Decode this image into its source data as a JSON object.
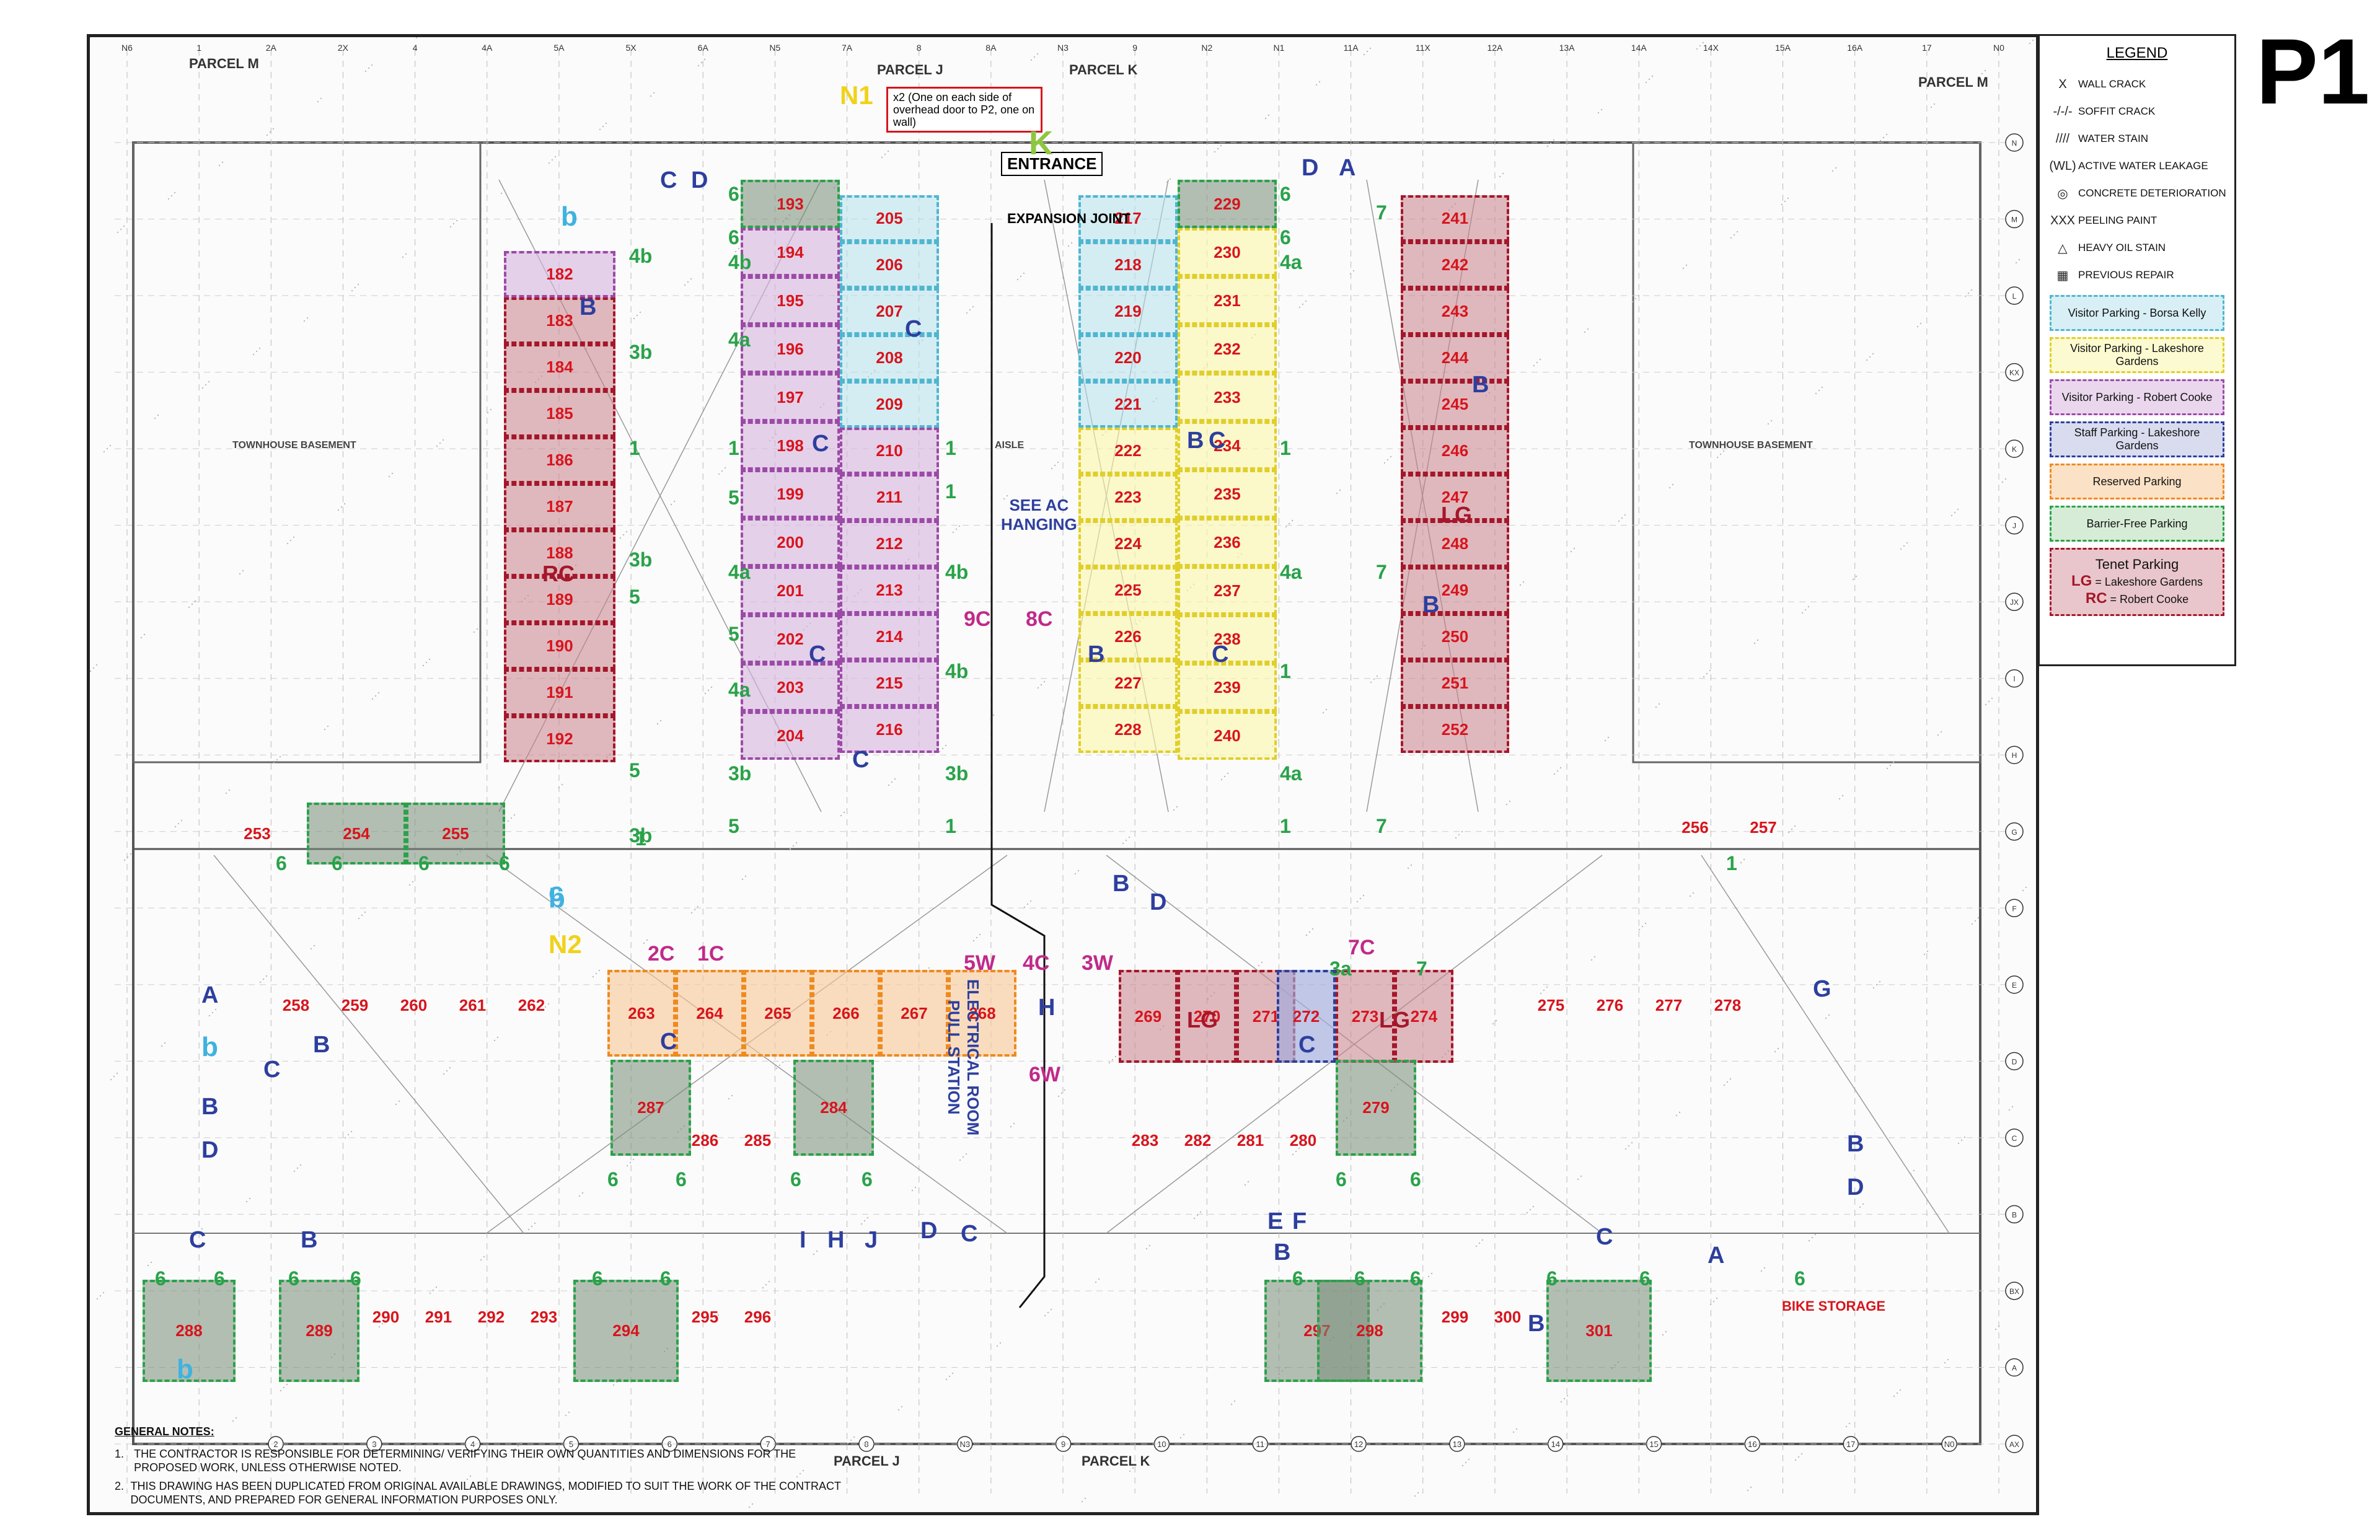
{
  "sheet": {
    "title": "P1"
  },
  "legend": {
    "title": "LEGEND",
    "symbols": [
      {
        "sym": "X",
        "label": "WALL CRACK",
        "icon": "wall-crack-icon"
      },
      {
        "sym": "-/-/-",
        "label": "SOFFIT CRACK",
        "icon": "soffit-crack-icon"
      },
      {
        "sym": "////",
        "label": "WATER STAIN",
        "icon": "water-stain-icon"
      },
      {
        "sym": "(WL)",
        "label": "ACTIVE WATER LEAKAGE",
        "icon": "water-leak-icon"
      },
      {
        "sym": "◎",
        "label": "CONCRETE DETERIORATION",
        "icon": "concrete-deterioration-icon"
      },
      {
        "sym": "XXX",
        "label": "PEELING PAINT",
        "icon": "peeling-paint-icon"
      },
      {
        "sym": "△",
        "label": "HEAVY OIL STAIN",
        "icon": "oil-stain-icon"
      },
      {
        "sym": "▦",
        "label": "PREVIOUS REPAIR",
        "icon": "previous-repair-icon"
      }
    ],
    "zones": [
      {
        "label": "Visitor Parking - Borsa Kelly",
        "fill": "#d8eff5",
        "border": "#4fb6d0"
      },
      {
        "label": "Visitor Parking - Lakeshore Gardens",
        "fill": "#fbfad0",
        "border": "#e0cf2a"
      },
      {
        "label": "Visitor Parking - Robert Cooke",
        "fill": "#ead7ee",
        "border": "#9c4aa8"
      },
      {
        "label": "Staff Parking - Lakeshore Gardens",
        "fill": "#d9dcef",
        "border": "#2d3f9e"
      },
      {
        "label": "Reserved Parking",
        "fill": "#fbe1c5",
        "border": "#ef8a1f"
      },
      {
        "label": "Barrier-Free Parking",
        "fill": "#d7ecd7",
        "border": "#2aa24a"
      }
    ],
    "tenant": {
      "title": "Tenet Parking",
      "lg_code": "LG",
      "lg_label": "= Lakeshore Gardens",
      "rc_code": "RC",
      "rc_label": "= Robert Cooke",
      "fill": "#e9c6cb",
      "border": "#a5172a"
    }
  },
  "callout": {
    "text": "x2 (One on each side of overhead door to P2, one on wall)"
  },
  "labels": {
    "entrance": "ENTRANCE",
    "expansion_joint": "EXPANSION JOINT",
    "see_ac_1": "SEE AC",
    "see_ac_2": "HANGING",
    "electrical_1": "ELECTRICAL ROOM",
    "electrical_2": "PULL STATION",
    "bike_storage": "BIKE STORAGE",
    "parcel_m_left": "PARCEL M",
    "parcel_m_right": "PARCEL M",
    "parcel_j_top": "PARCEL J",
    "parcel_k_top": "PARCEL K",
    "parcel_j_bottom": "PARCEL J",
    "parcel_k_bottom": "PARCEL K",
    "n1": "N1",
    "n2": "N2",
    "k": "K",
    "pink_9c": "9C",
    "pink_8c": "8C",
    "pink_5w": "5W",
    "pink_4c": "4C",
    "pink_3w": "3W",
    "pink_6w": "6W",
    "pink_7c": "7C",
    "pink_2c": "2C",
    "pink_1c": "1C",
    "rc": "RC",
    "lg1": "LG",
    "lg2": "LG",
    "lg3": "LG",
    "townhouse_left": "TOWNHOUSE BASEMENT",
    "townhouse_right": "TOWNHOUSE BASEMENT",
    "aisle": "AISLE"
  },
  "notes": {
    "heading": "GENERAL NOTES:",
    "items": [
      {
        "n": "1.",
        "text": "THE CONTRACTOR IS RESPONSIBLE FOR DETERMINING/ VERIFYING THEIR OWN QUANTITIES AND DIMENSIONS FOR THE PROPOSED WORK, UNLESS OTHERWISE NOTED."
      },
      {
        "n": "2.",
        "text": "THIS DRAWING HAS BEEN DUPLICATED FROM ORIGINAL AVAILABLE DRAWINGS, MODIFIED TO SUIT THE WORK OF THE CONTRACT DOCUMENTS, AND PREPARED FOR GENERAL INFORMATION PURPOSES ONLY."
      }
    ]
  },
  "zone_colors": {
    "bk": {
      "fill": "rgba(180,225,236,0.55)",
      "border": "#4fb6d0"
    },
    "lgv": {
      "fill": "rgba(251,246,170,0.6)",
      "border": "#e0cf2a"
    },
    "rcv": {
      "fill": "rgba(215,180,222,0.6)",
      "border": "#9c4aa8"
    },
    "staff": {
      "fill": "rgba(160,170,220,0.65)",
      "border": "#2d3f9e"
    },
    "res": {
      "fill": "rgba(248,200,150,0.6)",
      "border": "#ef8a1f"
    },
    "bf": {
      "fill": "rgba(120,140,120,0.55)",
      "border": "#2aa24a"
    },
    "ten": {
      "fill": "rgba(200,130,140,0.55)",
      "border": "#a5172a"
    },
    "none": {
      "fill": "transparent",
      "border": "transparent"
    }
  },
  "stalls": [
    {
      "num": "193",
      "zone": "bf"
    },
    {
      "num": "194",
      "zone": "rcv"
    },
    {
      "num": "195",
      "zone": "rcv"
    },
    {
      "num": "196",
      "zone": "rcv"
    },
    {
      "num": "197",
      "zone": "rcv"
    },
    {
      "num": "198",
      "zone": "rcv"
    },
    {
      "num": "199",
      "zone": "rcv"
    },
    {
      "num": "200",
      "zone": "rcv"
    },
    {
      "num": "201",
      "zone": "rcv"
    },
    {
      "num": "202",
      "zone": "rcv"
    },
    {
      "num": "203",
      "zone": "rcv"
    },
    {
      "num": "204",
      "zone": "rcv"
    },
    {
      "num": "205",
      "zone": "bk"
    },
    {
      "num": "206",
      "zone": "bk"
    },
    {
      "num": "207",
      "zone": "bk"
    },
    {
      "num": "208",
      "zone": "bk"
    },
    {
      "num": "209",
      "zone": "bk"
    },
    {
      "num": "210",
      "zone": "rcv"
    },
    {
      "num": "211",
      "zone": "rcv"
    },
    {
      "num": "212",
      "zone": "rcv"
    },
    {
      "num": "213",
      "zone": "rcv"
    },
    {
      "num": "214",
      "zone": "rcv"
    },
    {
      "num": "215",
      "zone": "rcv"
    },
    {
      "num": "216",
      "zone": "rcv"
    },
    {
      "num": "217",
      "zone": "bk"
    },
    {
      "num": "218",
      "zone": "bk"
    },
    {
      "num": "219",
      "zone": "bk"
    },
    {
      "num": "220",
      "zone": "bk"
    },
    {
      "num": "221",
      "zone": "bk"
    },
    {
      "num": "222",
      "zone": "lgv"
    },
    {
      "num": "223",
      "zone": "lgv"
    },
    {
      "num": "224",
      "zone": "lgv"
    },
    {
      "num": "225",
      "zone": "lgv"
    },
    {
      "num": "226",
      "zone": "lgv"
    },
    {
      "num": "227",
      "zone": "lgv"
    },
    {
      "num": "228",
      "zone": "lgv"
    },
    {
      "num": "229",
      "zone": "bf"
    },
    {
      "num": "230",
      "zone": "lgv"
    },
    {
      "num": "231",
      "zone": "lgv"
    },
    {
      "num": "232",
      "zone": "lgv"
    },
    {
      "num": "233",
      "zone": "lgv"
    },
    {
      "num": "234",
      "zone": "lgv"
    },
    {
      "num": "235",
      "zone": "lgv"
    },
    {
      "num": "236",
      "zone": "lgv"
    },
    {
      "num": "237",
      "zone": "lgv"
    },
    {
      "num": "238",
      "zone": "lgv"
    },
    {
      "num": "239",
      "zone": "lgv"
    },
    {
      "num": "240",
      "zone": "lgv"
    },
    {
      "num": "241",
      "zone": "ten"
    },
    {
      "num": "242",
      "zone": "ten"
    },
    {
      "num": "243",
      "zone": "ten"
    },
    {
      "num": "244",
      "zone": "ten"
    },
    {
      "num": "245",
      "zone": "ten"
    },
    {
      "num": "246",
      "zone": "ten"
    },
    {
      "num": "247",
      "zone": "ten"
    },
    {
      "num": "248",
      "zone": "ten"
    },
    {
      "num": "249",
      "zone": "ten"
    },
    {
      "num": "250",
      "zone": "ten"
    },
    {
      "num": "251",
      "zone": "ten"
    },
    {
      "num": "252",
      "zone": "ten"
    },
    {
      "num": "182",
      "zone": "rcv"
    },
    {
      "num": "183",
      "zone": "ten"
    },
    {
      "num": "184",
      "zone": "ten"
    },
    {
      "num": "185",
      "zone": "ten"
    },
    {
      "num": "186",
      "zone": "ten"
    },
    {
      "num": "187",
      "zone": "ten"
    },
    {
      "num": "188",
      "zone": "ten"
    },
    {
      "num": "189",
      "zone": "ten"
    },
    {
      "num": "190",
      "zone": "ten"
    },
    {
      "num": "191",
      "zone": "ten"
    },
    {
      "num": "192",
      "zone": "ten"
    },
    {
      "num": "253",
      "zone": "none"
    },
    {
      "num": "254",
      "zone": "bf"
    },
    {
      "num": "255",
      "zone": "bf"
    },
    {
      "num": "256",
      "zone": "none"
    },
    {
      "num": "257",
      "zone": "none"
    },
    {
      "num": "258",
      "zone": "none"
    },
    {
      "num": "259",
      "zone": "none"
    },
    {
      "num": "260",
      "zone": "none"
    },
    {
      "num": "261",
      "zone": "none"
    },
    {
      "num": "262",
      "zone": "none"
    },
    {
      "num": "263",
      "zone": "res"
    },
    {
      "num": "264",
      "zone": "res"
    },
    {
      "num": "265",
      "zone": "res"
    },
    {
      "num": "266",
      "zone": "res"
    },
    {
      "num": "267",
      "zone": "res"
    },
    {
      "num": "268",
      "zone": "res"
    },
    {
      "num": "269",
      "zone": "ten"
    },
    {
      "num": "270",
      "zone": "ten"
    },
    {
      "num": "271",
      "zone": "ten"
    },
    {
      "num": "272",
      "zone": "staff"
    },
    {
      "num": "273",
      "zone": "ten"
    },
    {
      "num": "274",
      "zone": "ten"
    },
    {
      "num": "275",
      "zone": "none"
    },
    {
      "num": "276",
      "zone": "none"
    },
    {
      "num": "277",
      "zone": "none"
    },
    {
      "num": "278",
      "zone": "none"
    },
    {
      "num": "279",
      "zone": "bf"
    },
    {
      "num": "280",
      "zone": "none"
    },
    {
      "num": "281",
      "zone": "none"
    },
    {
      "num": "282",
      "zone": "none"
    },
    {
      "num": "283",
      "zone": "none"
    },
    {
      "num": "284",
      "zone": "bf"
    },
    {
      "num": "285",
      "zone": "none"
    },
    {
      "num": "286",
      "zone": "none"
    },
    {
      "num": "287",
      "zone": "bf"
    },
    {
      "num": "288",
      "zone": "bf"
    },
    {
      "num": "289",
      "zone": "bf"
    },
    {
      "num": "290",
      "zone": "none"
    },
    {
      "num": "291",
      "zone": "none"
    },
    {
      "num": "292",
      "zone": "none"
    },
    {
      "num": "293",
      "zone": "none"
    },
    {
      "num": "294",
      "zone": "bf"
    },
    {
      "num": "295",
      "zone": "none"
    },
    {
      "num": "296",
      "zone": "none"
    },
    {
      "num": "297",
      "zone": "bf"
    },
    {
      "num": "298",
      "zone": "bf"
    },
    {
      "num": "299",
      "zone": "none"
    },
    {
      "num": "300",
      "zone": "none"
    },
    {
      "num": "301",
      "zone": "bf"
    }
  ],
  "letters": {
    "a": "A",
    "b": "B",
    "c": "C",
    "d": "D",
    "e": "E",
    "f": "F",
    "g": "G",
    "h": "H",
    "i": "I",
    "j": "J"
  },
  "green_tags": [
    "6",
    "4b",
    "3b",
    "5",
    "1",
    "4a",
    "3a",
    "7"
  ],
  "grid_top": [
    "N6",
    "1",
    "2A",
    "2X",
    "4",
    "4A",
    "5A",
    "5X",
    "6A",
    "N5",
    "7A",
    "8",
    "8A",
    "N3",
    "9",
    "N2",
    "N1",
    "11A",
    "11X",
    "12A",
    "13A",
    "14A",
    "14X",
    "15A",
    "16A",
    "17",
    "N0"
  ],
  "grid_bottom": [
    "2",
    "3",
    "4",
    "5",
    "6",
    "7",
    "8",
    "N3",
    "9",
    "10",
    "11",
    "12",
    "13",
    "14",
    "15",
    "16",
    "17",
    "N0"
  ],
  "grid_right": [
    "N",
    "M",
    "L",
    "KX",
    "K",
    "J",
    "JX",
    "I",
    "H",
    "G",
    "F",
    "E",
    "D",
    "C",
    "B",
    "BX",
    "A",
    "AX"
  ]
}
